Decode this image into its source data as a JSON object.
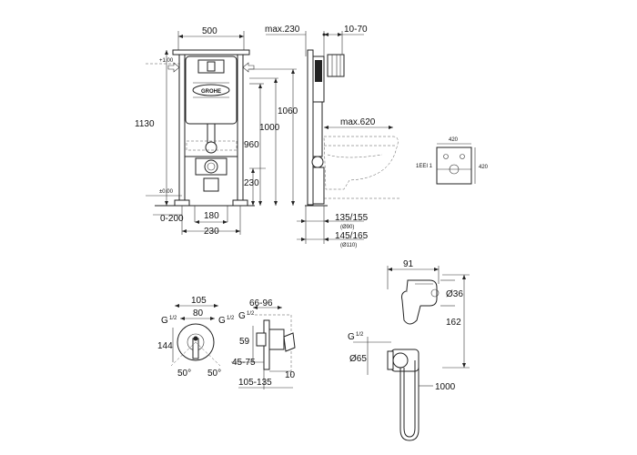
{
  "brand_logo_text": "GROHE",
  "frame_front": {
    "width": "500",
    "height_total": "1130",
    "height_1060": "1060",
    "height_1000": "1000",
    "height_960": "960",
    "height_230": "230",
    "level_top": "+1.00",
    "level_floor": "±0.00",
    "offset_0_200": "0-200",
    "spacing_180": "180",
    "spacing_230": "230"
  },
  "frame_side": {
    "max230": "max.230",
    "range_10_70": "10-70",
    "max620": "max.620",
    "d1": "135/155",
    "d1_pipe": "(Ø90)",
    "d2": "145/165",
    "d2_pipe": "(Ø110)"
  },
  "plate": {
    "w": "420",
    "h": "420",
    "side_mark": "1EEI 1"
  },
  "valve_front": {
    "w105": "105",
    "w80": "80",
    "thread_left": "G",
    "thread_right": "G",
    "thread_frac": "1/2",
    "h144": "144",
    "angle_left": "50°",
    "angle_right": "50°"
  },
  "valve_side": {
    "r66_96": "66-96",
    "thread": "G",
    "thread_frac": "1/2",
    "h59": "59",
    "r45_75": "45-75",
    "d10": "10",
    "r105_135": "105-135"
  },
  "spray": {
    "w91": "91",
    "d36": "Ø36",
    "h162": "162",
    "thread": "G",
    "thread_frac": "1/2",
    "d65": "Ø65",
    "hose": "1000"
  }
}
